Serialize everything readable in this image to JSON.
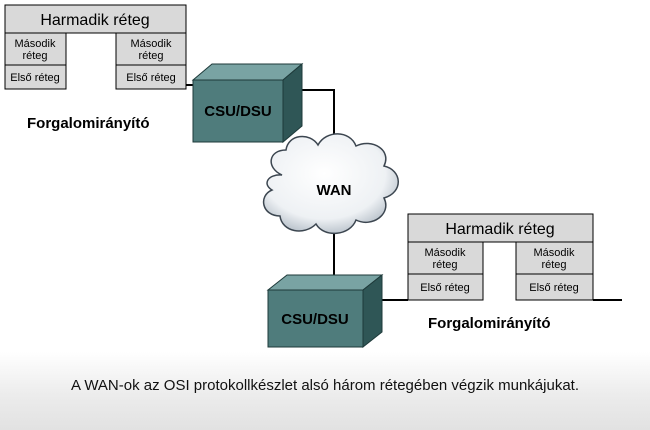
{
  "router_top": {
    "layer3": "Harmadik réteg",
    "left_layer2": [
      "Második",
      "réteg"
    ],
    "right_layer2": [
      "Második",
      "réteg"
    ],
    "left_layer1": "Első réteg",
    "right_layer1": "Első réteg",
    "label": "Forgalomirányító"
  },
  "csu_top": {
    "label": "CSU/DSU"
  },
  "wan": {
    "label": "WAN"
  },
  "router_bottom": {
    "layer3": "Harmadik réteg",
    "left_layer2": [
      "Második",
      "réteg"
    ],
    "right_layer2": [
      "Második",
      "réteg"
    ],
    "left_layer1": "Első réteg",
    "right_layer1": "Első réteg",
    "label": "Forgalomirányító"
  },
  "csu_bottom": {
    "label": "CSU/DSU"
  },
  "caption": "A WAN-ok az OSI protokollkészlet alsó három rétegében végzik munkájukat.",
  "colors": {
    "layer_fill": "#d9d9d9",
    "csu_front": "#4f7c7c",
    "csu_top": "#79a3a3",
    "csu_side": "#2f5656"
  }
}
